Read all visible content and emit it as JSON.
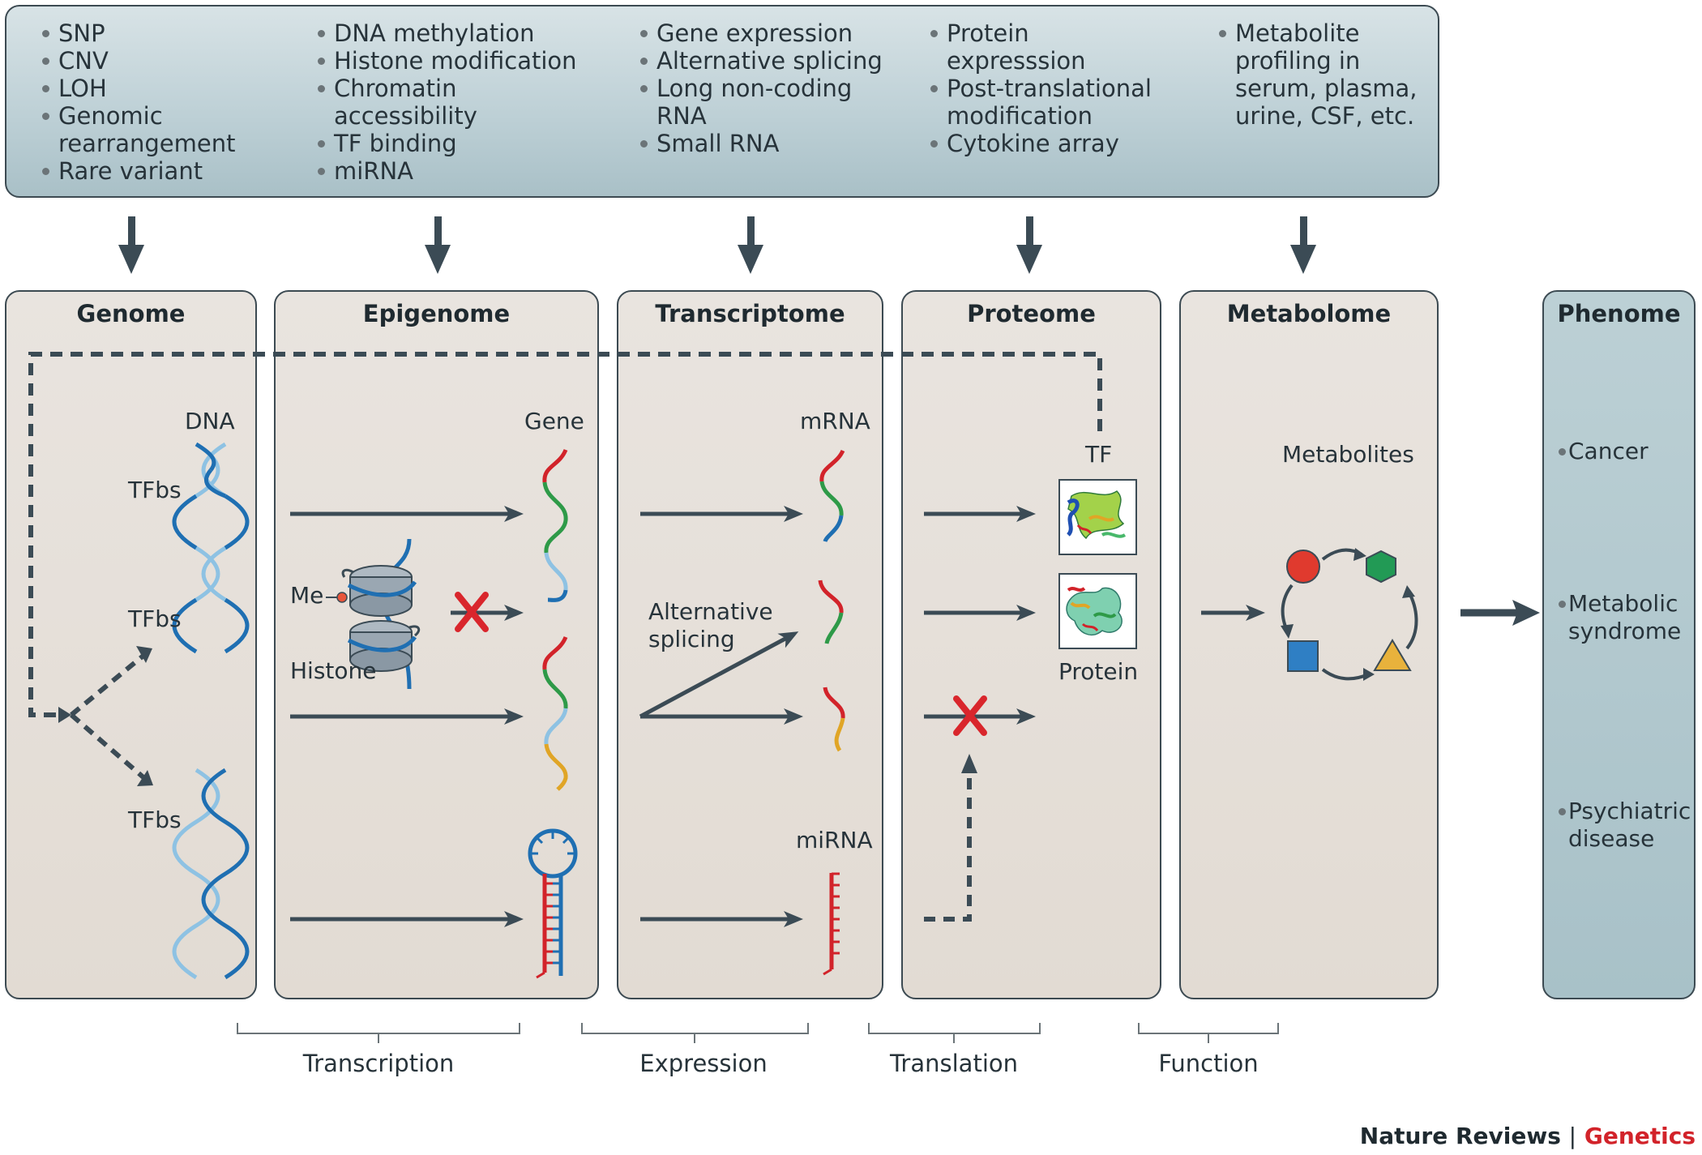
{
  "data_types": {
    "genome": [
      "SNP",
      "CNV",
      "LOH",
      "Genomic rearrangement",
      "Rare variant"
    ],
    "epigenome": [
      "DNA methylation",
      "Histone modification",
      "Chromatin accessibility",
      "TF binding",
      "miRNA"
    ],
    "transcriptome": [
      "Gene expression",
      "Alternative splicing",
      "Long non-coding RNA",
      "Small RNA"
    ],
    "proteome": [
      "Protein expresssion",
      "Post-translational modification",
      "Cytokine array"
    ],
    "metabolome": [
      "Metabolite profiling in serum, plasma, urine, CSF, etc."
    ]
  },
  "panels": {
    "genome": "Genome",
    "epigenome": "Epigenome",
    "transcriptome": "Transcriptome",
    "proteome": "Proteome",
    "metabolome": "Metabolome",
    "phenome": "Phenome"
  },
  "labels": {
    "dna": "DNA",
    "tfbs": "TFbs",
    "gene": "Gene",
    "me": "Me",
    "histone": "Histone",
    "mrna": "mRNA",
    "alternative_splicing": "Alternative splicing",
    "mirna": "miRNA",
    "tf": "TF",
    "protein": "Protein",
    "metabolites": "Metabolites"
  },
  "phenotypes": [
    "Cancer",
    "Metabolic syndrome",
    "Psychiatric disease"
  ],
  "processes": [
    "Transcription",
    "Expression",
    "Translation",
    "Function"
  ],
  "credit": {
    "journal": "Nature Reviews",
    "separator": "|",
    "section": "Genetics"
  },
  "colors": {
    "arrow": "#3b4b55",
    "panel_fill": "#e6e0d9",
    "top_fill": "#c7d7dc",
    "phenome_fill": "#b4cad0",
    "dna_dark": "#1f6fb2",
    "dna_light": "#8ec2e3",
    "segment_red": "#d2232a",
    "segment_green": "#2e9a48",
    "segment_orange": "#e0a526",
    "block_x": "#d9262c",
    "metabolite_circle": "#e03a2e",
    "metabolite_hexagon": "#229a55",
    "metabolite_square": "#2f7fc4",
    "metabolite_triangle": "#e8b23c"
  }
}
